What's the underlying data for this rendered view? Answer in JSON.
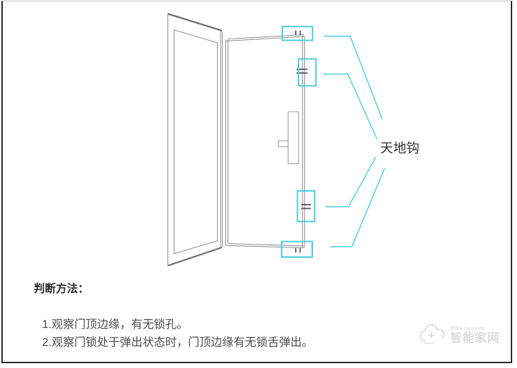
{
  "diagram": {
    "label": "天地钩",
    "label_color": "#333333",
    "highlight_color": "#45CEDD",
    "line_color": "#8f8f8f",
    "dark_line_color": "#6e6e6e",
    "bolt_color": "#4f4f4f"
  },
  "instructions": {
    "heading": "判断方法：",
    "items": [
      "1.观察门顶边缘，有无锁孔。",
      "2.观察门锁处于弹出状态时，门顶边缘有无锁舌弹出。"
    ]
  },
  "watermark": {
    "site": "Dikezw.com",
    "brand": "智能家网"
  }
}
